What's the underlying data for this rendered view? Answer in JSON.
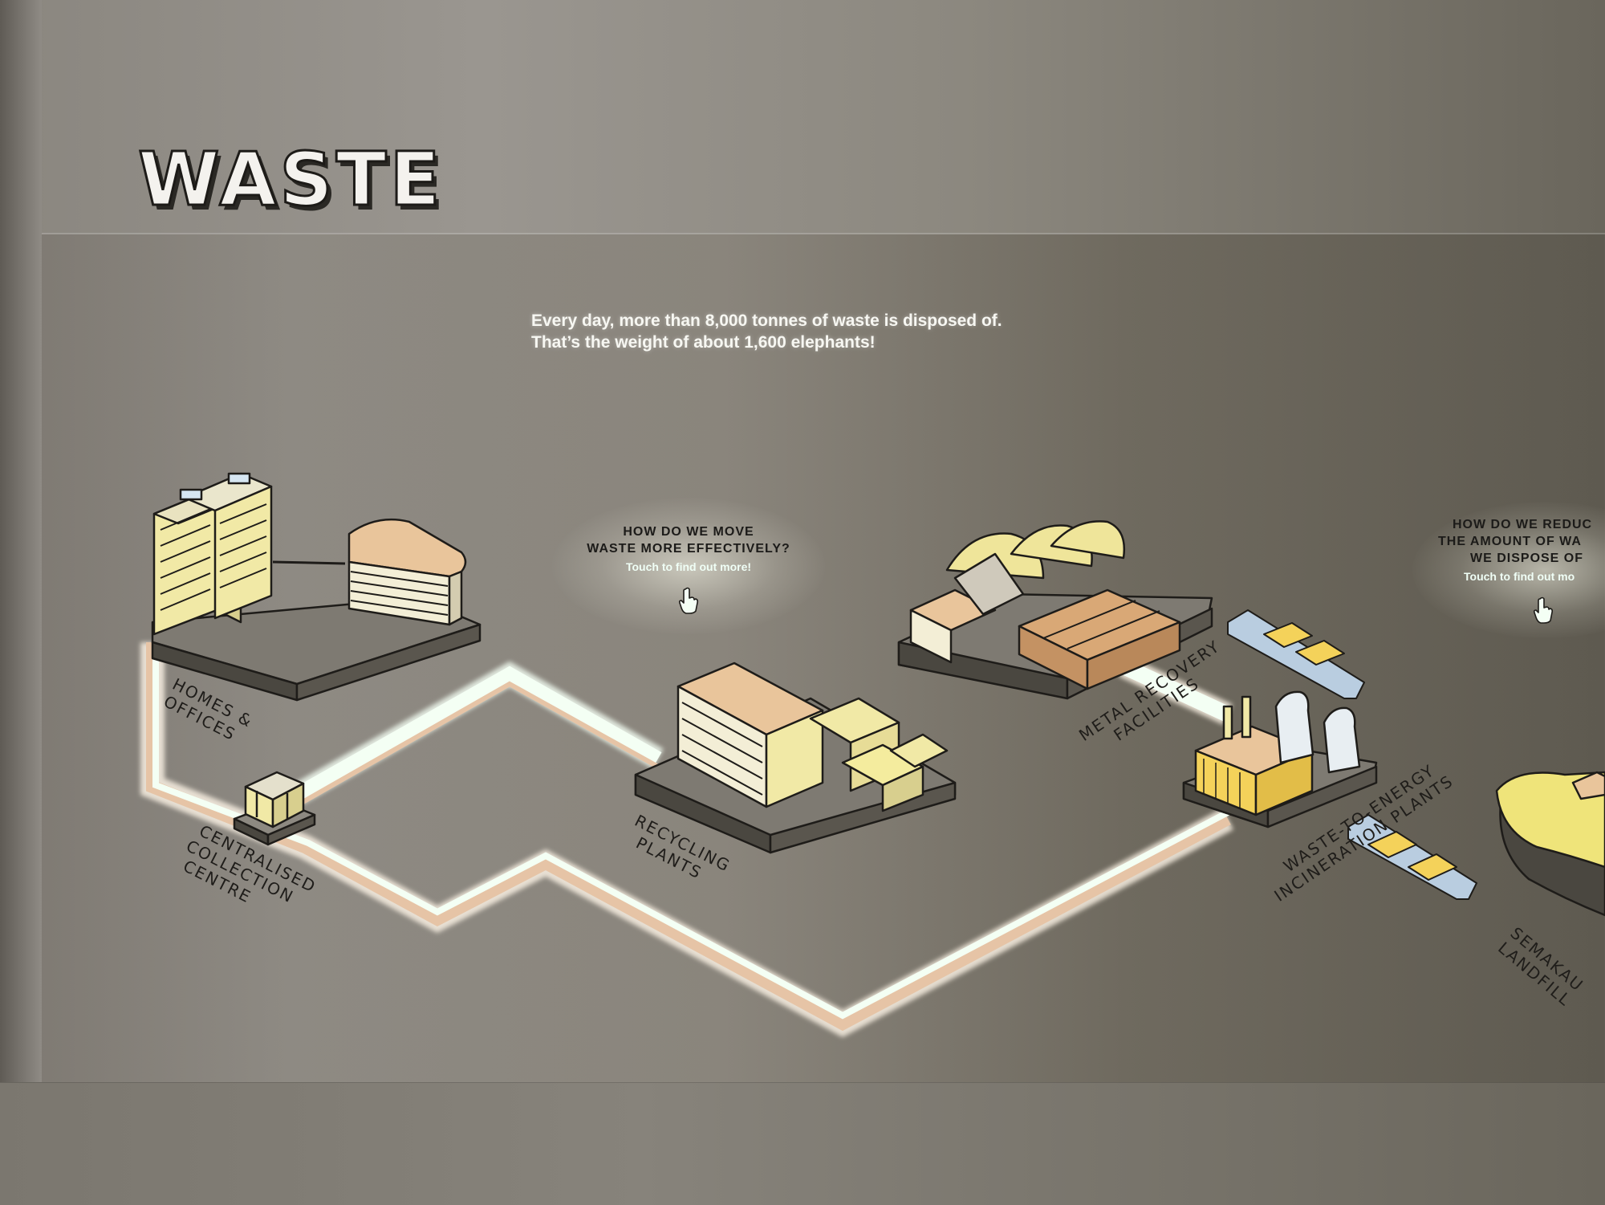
{
  "title": "WASTE",
  "intro": {
    "line1": "Every day, more than 8,000 tonnes of waste is disposed of.",
    "line2": "That’s the weight of about 1,600 elephants!"
  },
  "hotspots": [
    {
      "line1": "HOW DO WE MOVE",
      "line2": "WASTE MORE EFFECTIVELY?",
      "touch": "Touch to find out more!"
    },
    {
      "line1": "HOW DO WE REDUC",
      "line2": "THE AMOUNT OF WA",
      "line3": "WE DISPOSE OF",
      "touch": "Touch to find out mo"
    }
  ],
  "stations": {
    "homes": [
      "HOMES &",
      "OFFICES"
    ],
    "collection": [
      "CENTRALISED",
      "COLLECTION",
      "CENTRE"
    ],
    "recycling": [
      "RECYCLING",
      "PLANTS"
    ],
    "metal": [
      "METAL RECOVERY",
      "FACILITIES"
    ],
    "incineration": [
      "WASTE-TO-ENERGY",
      "INCINERATION PLANTS"
    ],
    "landfill": [
      "SEMAKAU",
      "LANDFILL"
    ]
  },
  "icons": {
    "pointer": "hand-pointer-icon"
  }
}
